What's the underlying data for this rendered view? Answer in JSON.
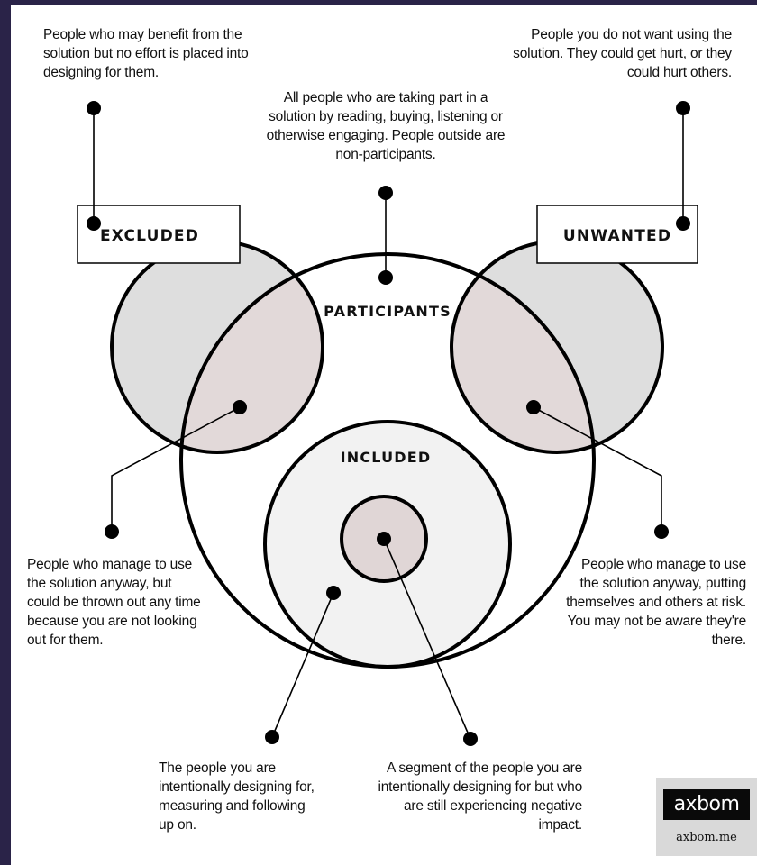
{
  "labels": {
    "excluded": "EXCLUDED",
    "unwanted": "UNWANTED",
    "participants": "PARTICIPANTS",
    "included": "INCLUDED"
  },
  "notes": {
    "excluded": "People who may benefit from the solution but no effort is placed into designing for them.",
    "unwanted": "People you do not want using the solution. They could get hurt, or they could hurt others.",
    "participants": "All people who are taking part in a solution by reading, buying, listening or otherwise engaging. People outside are non-participants.",
    "excluded_overlap": "People who manage to use the solution anyway, but could be thrown out any time because you are not looking out for them.",
    "unwanted_overlap": "People who manage to use the solution anyway, putting themselves and others at risk. You may not be aware they're there.",
    "included": "The people you are intentionally designing for, measuring and following up on.",
    "inner_segment": "A segment of the people you are intentionally designing for but who are still experiencing negative impact."
  },
  "logo": {
    "mark": "axbom",
    "url": "axbom.me"
  },
  "colors": {
    "background": "#2a2348",
    "side_circle_fill": "#dedede",
    "overlap_fill": "#e2d9d9",
    "included_fill": "#f2f2f2",
    "inner_fill": "#e0d6d6",
    "stroke": "#000000"
  }
}
